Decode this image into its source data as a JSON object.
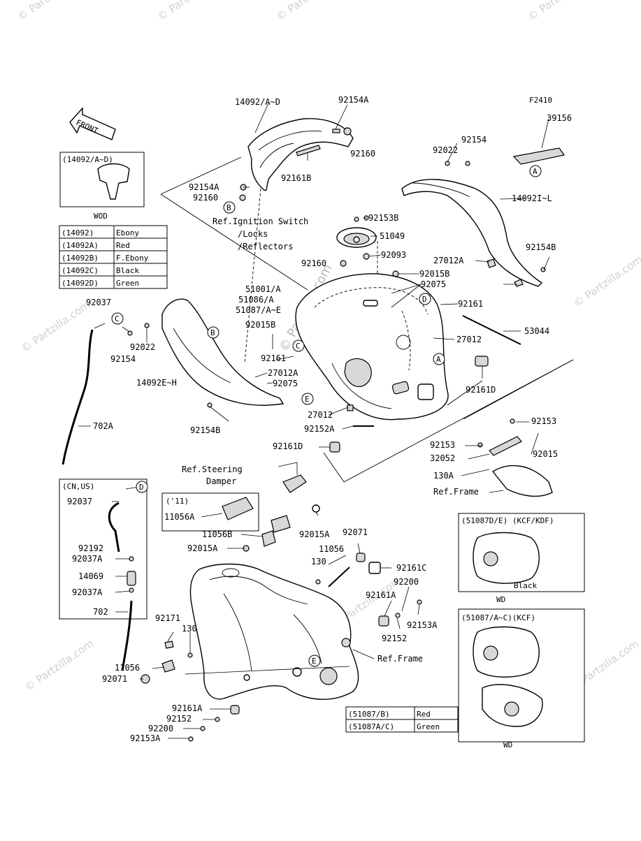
{
  "figure_code": "F2410",
  "watermark": "© Partzilla.com",
  "front_arrow": "FRONT",
  "labels": {
    "l14092_AD": "14092/A~D",
    "l92154A_top": "92154A",
    "l92160_top": "92160",
    "l92161B": "92161B",
    "l92154A_mid": "92154A",
    "l92160_mid": "92160",
    "ref_ignition_1": "Ref.Ignition Switch",
    "ref_ignition_2": "/Locks",
    "ref_ignition_3": "/Reflectors",
    "l92153B": "92153B",
    "l51049": "51049",
    "l92093": "92093",
    "l92160_low": "92160",
    "l92015B_r": "92015B",
    "l51001": "51001/A",
    "l51086": "51086/A",
    "l51087": "51087/A~E",
    "l92015B_l": "92015B",
    "l92161_small": "92161",
    "l27012A_l": "27012A",
    "l92075_l": "92075",
    "l14092EH": "14092E~H",
    "l92154B_l": "92154B",
    "l92037_top": "92037",
    "l92022_l": "92022",
    "l92154_l": "92154",
    "l702A": "702A",
    "l27012_mid": "27012",
    "l92152A": "92152A",
    "l92161D_low": "92161D",
    "l39156": "39156",
    "l92154_r": "92154",
    "l92022_r": "92022",
    "l14092IL": "14092I~L",
    "l92154B_r": "92154B",
    "l27012A_r": "27012A",
    "l92075_r": "92075",
    "l92161_r": "92161",
    "l53044": "53044",
    "l27012_r": "27012",
    "l92161D_r": "92161D",
    "l92153_r": "92153",
    "l92153_m": "92153",
    "l32052": "32052",
    "l92015": "92015",
    "l130A": "130A",
    "ref_frame_1": "Ref.Frame",
    "ref_steering_1": "Ref.Steering",
    "ref_steering_2": "Damper",
    "l11_box": "('11)",
    "l11056A": "11056A",
    "l11056B": "11056B",
    "l92015A_l": "92015A",
    "l92015A_r": "92015A",
    "l92071_top": "92071",
    "l11056_top": "11056",
    "l130_top": "130",
    "l92161C": "92161C",
    "l92200_top": "92200",
    "l92161A_top": "92161A",
    "l92153A_top": "92153A",
    "l92152_top": "92152",
    "ref_frame_2": "Ref.Frame",
    "l92171": "92171",
    "l130_low": "130",
    "l11056_low": "11056",
    "l92071_low": "92071",
    "l92161A_low": "92161A",
    "l92152_low": "92152",
    "l92200_low": "92200",
    "l92153A_low": "92153A",
    "cnus_title": "(CN,US)",
    "cn_92037": "92037",
    "cn_92192": "92192",
    "cn_92037A_1": "92037A",
    "cn_14069": "14069",
    "cn_92037A_2": "92037A",
    "cn_702": "702",
    "wod_title": "(14092/A~D)",
    "wod_caption": "WOD",
    "kcf_kdf_title": "(51087D/E) (KCF/KDF)",
    "black_caption": "Black",
    "wd_caption_1": "WD",
    "kcf_title": "(51087/A~C)(KCF)",
    "wd_caption_2": "WD"
  },
  "circles": {
    "A1": "A",
    "A2": "A",
    "B1": "B",
    "B2": "B",
    "C1": "C",
    "C2": "C",
    "D1": "D",
    "D2": "D",
    "E1": "E",
    "E2": "E"
  },
  "color_table_1": [
    [
      "(14092)",
      "Ebony"
    ],
    [
      "(14092A)",
      "Red"
    ],
    [
      "(14092B)",
      "F.Ebony"
    ],
    [
      "(14092C)",
      "Black"
    ],
    [
      "(14092D)",
      "Green"
    ]
  ],
  "color_table_2": [
    [
      "(51087/B)",
      "Red"
    ],
    [
      "(51087A/C)",
      "Green"
    ]
  ]
}
